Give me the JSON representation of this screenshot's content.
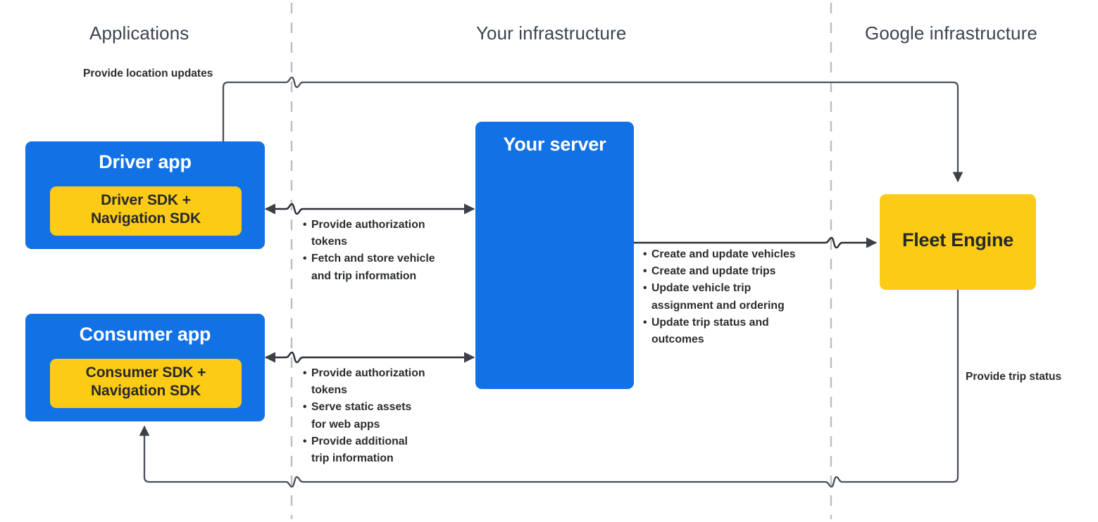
{
  "lanes": [
    {
      "id": "applications",
      "label": "Applications"
    },
    {
      "id": "your-infrastructure",
      "label": "Your infrastructure"
    },
    {
      "id": "google-infrastructure",
      "label": "Google infrastructure"
    }
  ],
  "nodes": {
    "driver_app": {
      "title": "Driver app",
      "sdk_line1": "Driver SDK +",
      "sdk_line2": "Navigation SDK"
    },
    "consumer_app": {
      "title": "Consumer app",
      "sdk_line1": "Consumer SDK +",
      "sdk_line2": "Navigation SDK"
    },
    "your_server": {
      "title": "Your server"
    },
    "fleet_engine": {
      "title": "Fleet Engine"
    }
  },
  "edges": {
    "location_updates": {
      "label": "Provide location updates"
    },
    "trip_status": {
      "label": "Provide trip status"
    },
    "driver_to_server": {
      "items": [
        {
          "line1": "Provide authorization",
          "line2": "tokens"
        },
        {
          "line1": "Fetch and store vehicle",
          "line2": "and trip information"
        }
      ]
    },
    "consumer_to_server": {
      "items": [
        {
          "line1": "Provide authorization",
          "line2": "tokens"
        },
        {
          "line1": "Serve static assets",
          "line2": "for web apps"
        },
        {
          "line1": "Provide additional",
          "line2": "trip information"
        }
      ]
    },
    "server_to_fleet_engine": {
      "items": [
        {
          "line1": "Create and update vehicles",
          "line2": ""
        },
        {
          "line1": "Create and update trips",
          "line2": ""
        },
        {
          "line1": "Update vehicle trip",
          "line2": "assignment and ordering"
        },
        {
          "line1": "Update trip status and",
          "line2": "outcomes"
        }
      ]
    }
  },
  "colors": {
    "blue": "#1272E5",
    "yellow": "#FCCB16",
    "line": "#4a4f57",
    "divider": "#b9bdc4",
    "lane_text": "#3c4452",
    "dark_text": "#26282b"
  }
}
